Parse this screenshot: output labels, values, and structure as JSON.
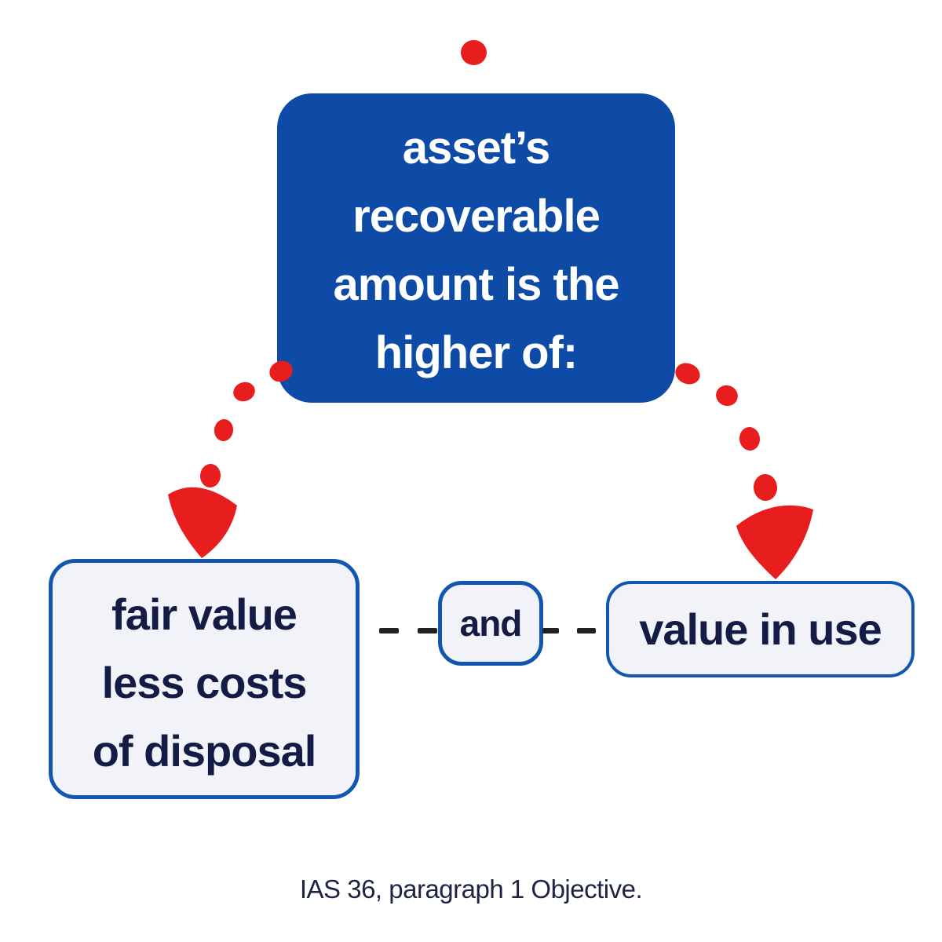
{
  "diagram": {
    "top_box": {
      "lines": [
        "asset’s",
        "recoverable",
        "amount is the",
        "higher of:"
      ]
    },
    "left_box": {
      "lines": [
        "fair value",
        "less costs",
        "of disposal"
      ]
    },
    "connector": {
      "label": "and"
    },
    "right_box": {
      "label": "value in use"
    },
    "caption": "IAS 36, paragraph 1 Objective.",
    "colors": {
      "primary_blue": "#0d4ba6",
      "outline_blue": "#1356b2",
      "light_box_fill": "#f1f3f9",
      "navy_text": "#141c45",
      "arrow_red": "#e81d1d",
      "dash_dark": "#212121"
    }
  }
}
